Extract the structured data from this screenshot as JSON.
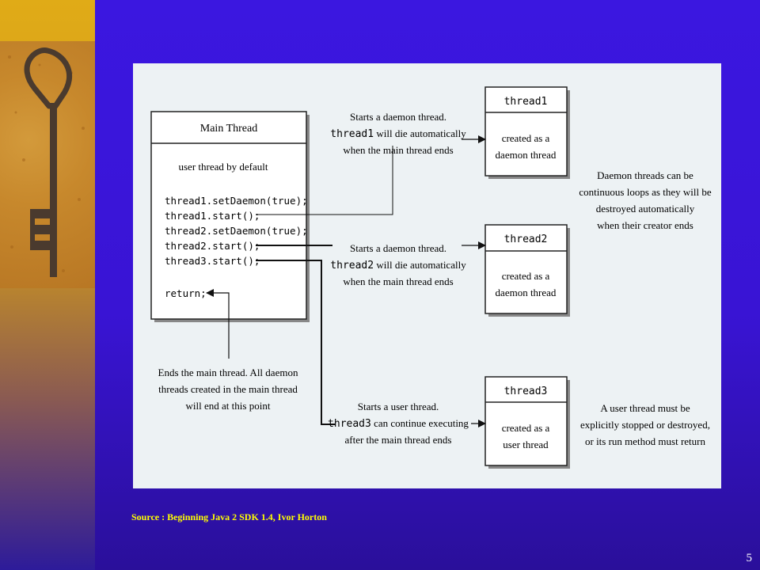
{
  "slide": {
    "source": "Source : Beginning Java 2 SDK 1.4, Ivor Horton",
    "page_number": "5"
  },
  "diagram": {
    "main_thread": {
      "title": "Main Thread",
      "subtitle": "user thread by default",
      "code": [
        "thread1.setDaemon(true);",
        "thread1.start();",
        "thread2.setDaemon(true);",
        "thread2.start();",
        "thread3.start();",
        "return;"
      ]
    },
    "threads": [
      {
        "name": "thread1",
        "desc_1": "created as a",
        "desc_2": "daemon thread"
      },
      {
        "name": "thread2",
        "desc_1": "created as a",
        "desc_2": "daemon thread"
      },
      {
        "name": "thread3",
        "desc_1": "created as a",
        "desc_2": "user thread"
      }
    ],
    "annotations": {
      "a1": {
        "l1": "Starts a daemon thread.",
        "l2_code": "thread1",
        "l2_text": " will die automatically",
        "l3": "when the main thread ends"
      },
      "a2": {
        "l1": "Starts a daemon thread.",
        "l2_code": "thread2",
        "l2_text": " will die automatically",
        "l3": "when the main thread ends"
      },
      "a3": {
        "l1": "Starts a user thread.",
        "l2_code": "thread3",
        "l2_text": " can continue executing",
        "l3": "after the main thread ends"
      },
      "end_main": {
        "l1": "Ends the main thread. All daemon",
        "l2": "threads created in the main thread",
        "l3": "will end at this point"
      },
      "daemon_note": {
        "l1": "Daemon threads can be",
        "l2": "continuous loops as they will be",
        "l3": "destroyed automatically",
        "l4": "when their creator ends"
      },
      "user_note": {
        "l1": "A user thread must be",
        "l2": "explicitly stopped or destroyed,",
        "l3": "or its run method must return"
      }
    }
  }
}
